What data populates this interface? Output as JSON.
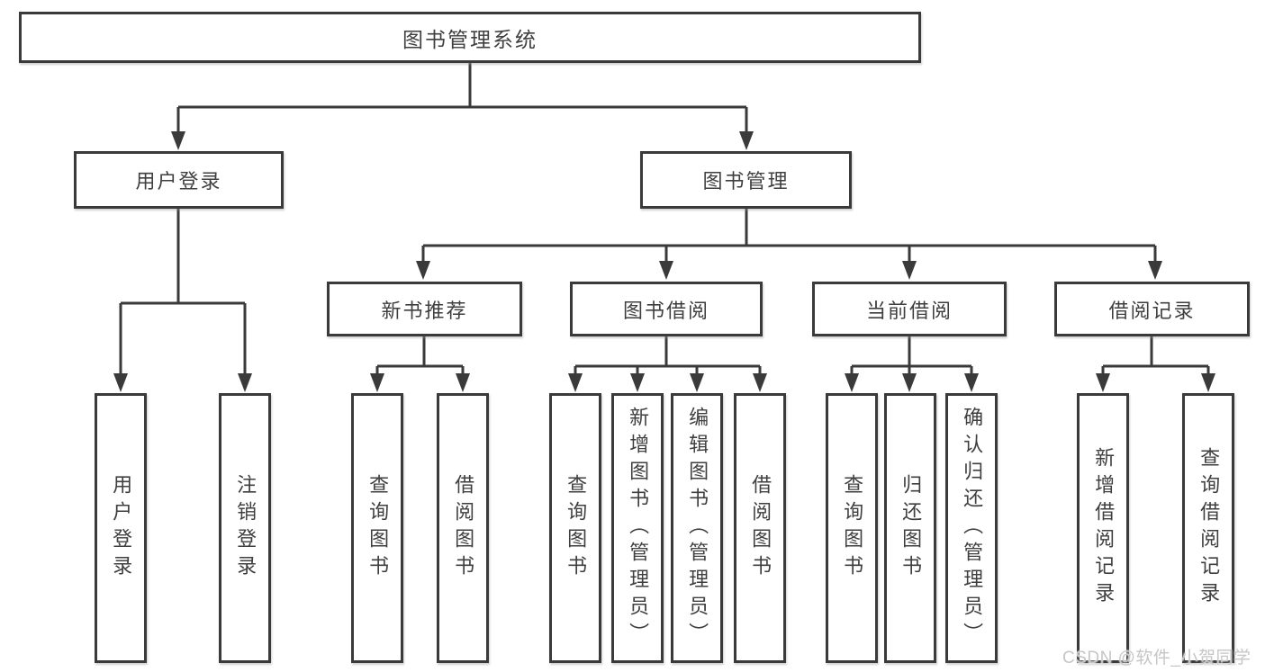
{
  "diagram": {
    "type": "hierarchy-tree",
    "nodes": {
      "root": {
        "label": "图书管理系统"
      },
      "user_login": {
        "label": "用户登录"
      },
      "book_mgmt": {
        "label": "图书管理"
      },
      "leaf_user_login": {
        "label": "用户登录"
      },
      "leaf_logout": {
        "label": "注销登录"
      },
      "new_book": {
        "label": "新书推荐"
      },
      "borrow": {
        "label": "图书借阅"
      },
      "current": {
        "label": "当前借阅"
      },
      "record": {
        "label": "借阅记录"
      },
      "nb_query": {
        "label": "查询图书"
      },
      "nb_borrow": {
        "label": "借阅图书"
      },
      "bw_query": {
        "label": "查询图书"
      },
      "bw_add": {
        "label": "新增图书（管理员）"
      },
      "bw_edit": {
        "label": "编辑图书（管理员）"
      },
      "bw_borrow": {
        "label": "借阅图书"
      },
      "cb_query": {
        "label": "查询图书"
      },
      "cb_return": {
        "label": "归还图书"
      },
      "cb_confirm": {
        "label": "确认归还（管理员）"
      },
      "rc_add": {
        "label": "新增借阅记录"
      },
      "rc_query": {
        "label": "查询借阅记录"
      }
    },
    "edges": [
      [
        "root",
        "user_login"
      ],
      [
        "root",
        "book_mgmt"
      ],
      [
        "user_login",
        "leaf_user_login"
      ],
      [
        "user_login",
        "leaf_logout"
      ],
      [
        "book_mgmt",
        "new_book"
      ],
      [
        "book_mgmt",
        "borrow"
      ],
      [
        "book_mgmt",
        "current"
      ],
      [
        "book_mgmt",
        "record"
      ],
      [
        "new_book",
        "nb_query"
      ],
      [
        "new_book",
        "nb_borrow"
      ],
      [
        "borrow",
        "bw_query"
      ],
      [
        "borrow",
        "bw_add"
      ],
      [
        "borrow",
        "bw_edit"
      ],
      [
        "borrow",
        "bw_borrow"
      ],
      [
        "current",
        "cb_query"
      ],
      [
        "current",
        "cb_return"
      ],
      [
        "current",
        "cb_confirm"
      ],
      [
        "record",
        "rc_add"
      ],
      [
        "record",
        "rc_query"
      ]
    ],
    "colors": {
      "line": "#3a3a3a",
      "text": "#3f3f3f",
      "box_fill": "#ffffff",
      "watermark": "#c6c6c6",
      "background": "#ffffff"
    }
  },
  "watermark": {
    "text": "CSDN @软件_小贺同学"
  }
}
